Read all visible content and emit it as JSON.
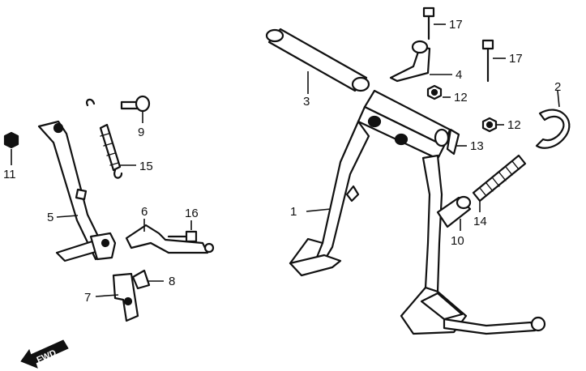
{
  "callouts": {
    "c1": "1",
    "c2": "2",
    "c3": "3",
    "c4": "4",
    "c5": "5",
    "c6": "6",
    "c7": "7",
    "c8": "8",
    "c9": "9",
    "c10": "10",
    "c11": "11",
    "c12a": "12",
    "c12b": "12",
    "c13": "13",
    "c14": "14",
    "c15": "15",
    "c16": "16",
    "c17a": "17",
    "c17b": "17"
  },
  "fwd_label": "FWD",
  "colors": {
    "ink": "#111111",
    "paper": "#ffffff"
  }
}
